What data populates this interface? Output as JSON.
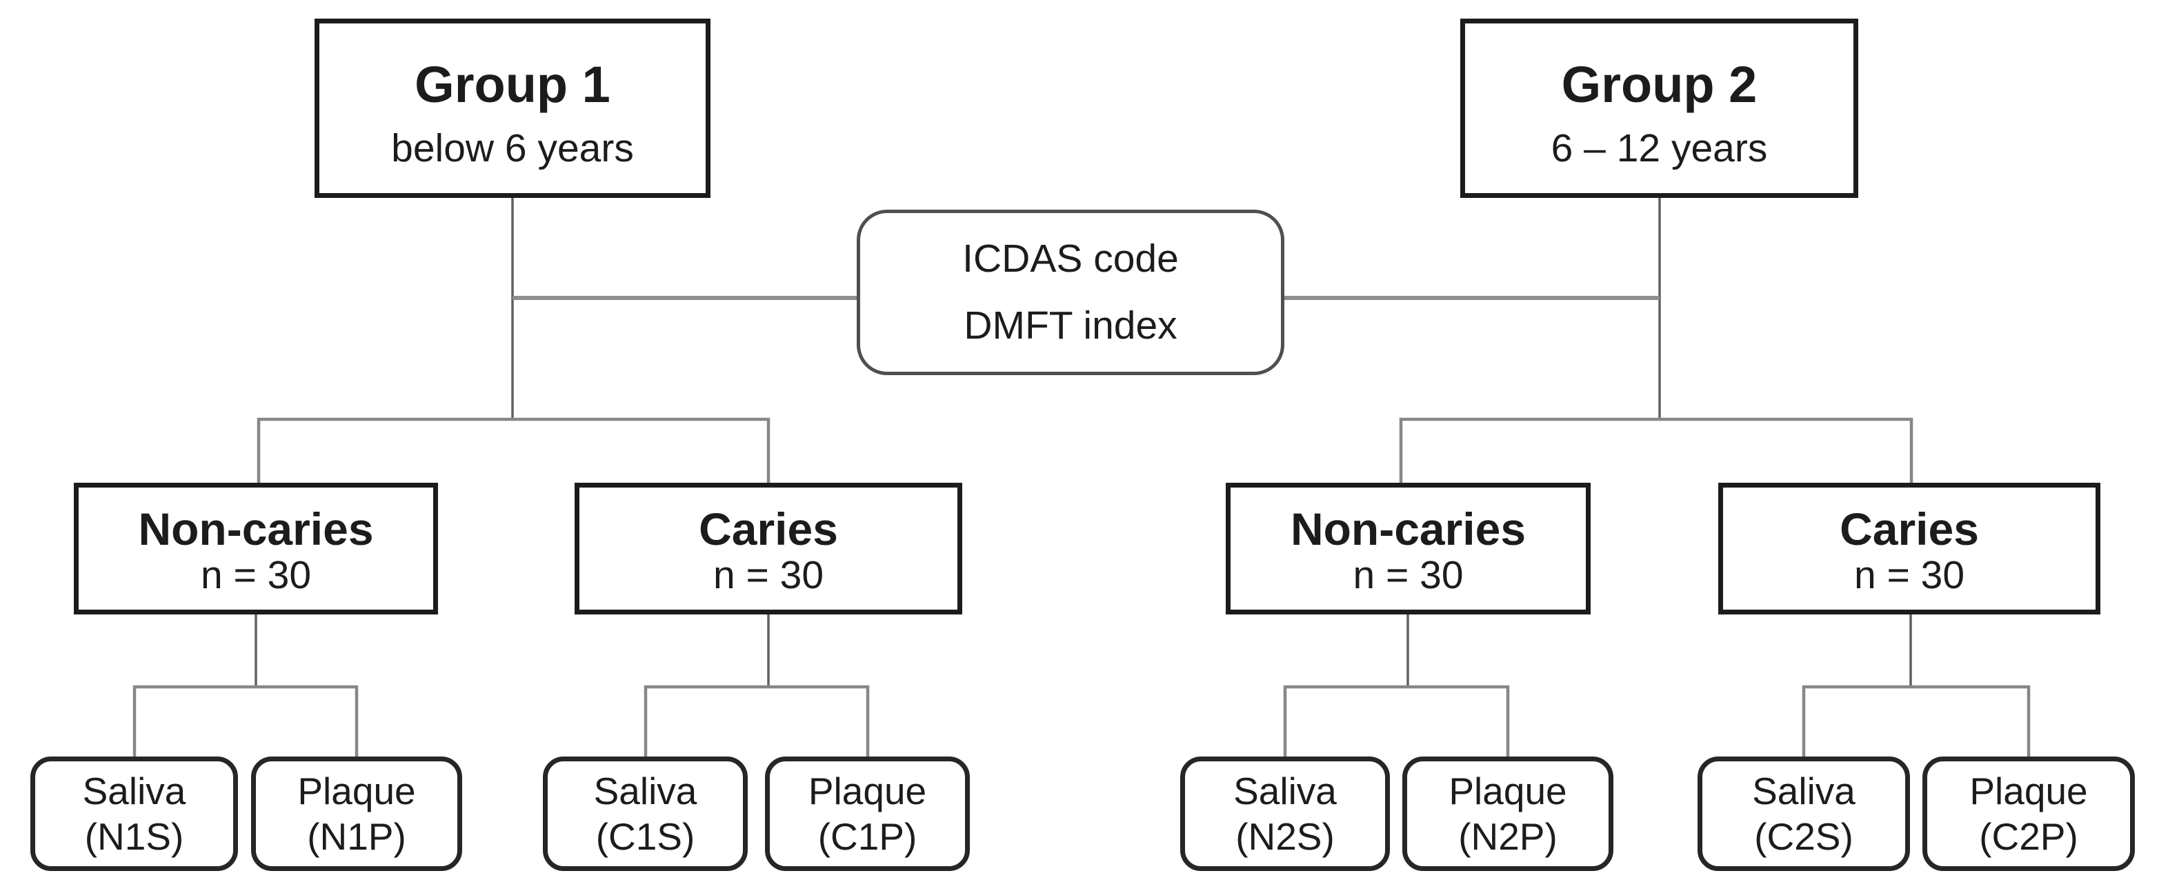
{
  "figure": {
    "type": "study-design-flowchart",
    "description": "Two age groups assessed by ICDAS code and DMFT index, each split into non-caries and caries arms with saliva and plaque samples"
  },
  "colors": {
    "background": "#ffffff",
    "text": "#1c1c1c",
    "box_border": "#1c1c1c",
    "leaf_border": "#262626",
    "assess_border": "#4f4f4f",
    "connector_thin": "#606060",
    "connector_mid": "#878787",
    "connector_thick": "#8e8e8e"
  },
  "nodes": {
    "group1": {
      "title": "Group 1",
      "subtitle": "below 6 years"
    },
    "group2": {
      "title": "Group 2",
      "subtitle": "6 – 12 years"
    },
    "assessment": {
      "line1": "ICDAS code",
      "line2": "DMFT index"
    },
    "noncaries1": {
      "title": "Non-caries",
      "subtitle": "n = 30"
    },
    "caries1": {
      "title": "Caries",
      "subtitle": "n = 30"
    },
    "noncaries2": {
      "title": "Non-caries",
      "subtitle": "n = 30"
    },
    "caries2": {
      "title": "Caries",
      "subtitle": "n = 30"
    },
    "n1s": {
      "line1": "Saliva",
      "line2": "(N1S)"
    },
    "n1p": {
      "line1": "Plaque",
      "line2": "(N1P)"
    },
    "c1s": {
      "line1": "Saliva",
      "line2": "(C1S)"
    },
    "c1p": {
      "line1": "Plaque",
      "line2": "(C1P)"
    },
    "n2s": {
      "line1": "Saliva",
      "line2": "(N2S)"
    },
    "n2p": {
      "line1": "Plaque",
      "line2": "(N2P)"
    },
    "c2s": {
      "line1": "Saliva",
      "line2": "(C2S)"
    },
    "c2p": {
      "line1": "Plaque",
      "line2": "(C2P)"
    }
  }
}
